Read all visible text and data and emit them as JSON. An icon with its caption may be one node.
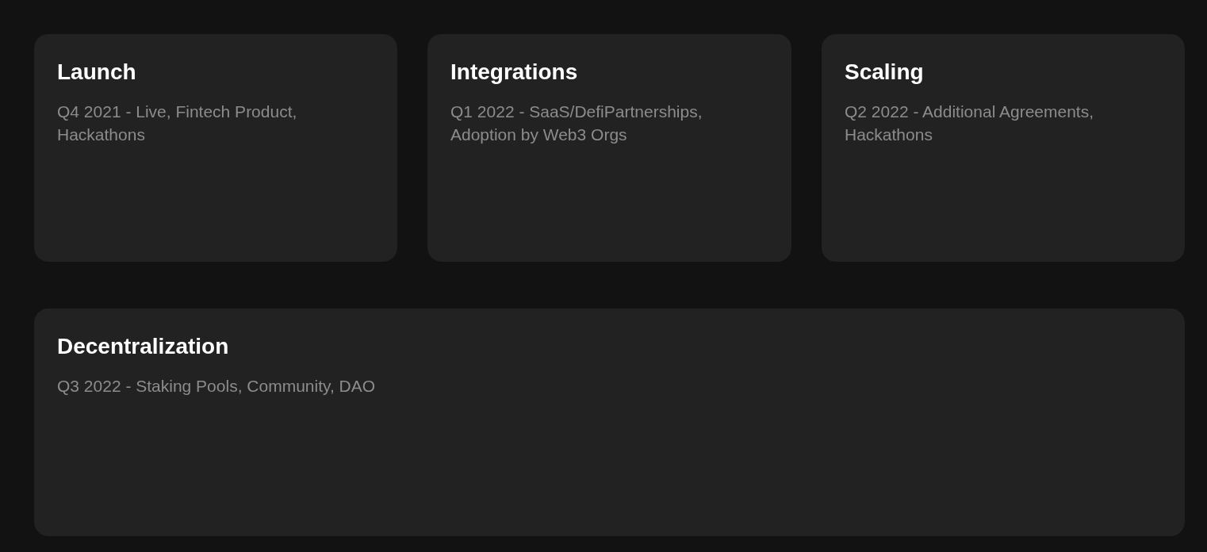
{
  "diagram": {
    "nodes": [
      {
        "text": [
          "Launch",
          "Q4 2021 - Live, Fintech Product, Hackathons"
        ]
      },
      {
        "text": [
          "Integrations",
          "Q1 2022 - SaaS/DefiPartnerships, Adoption by Web3 Orgs"
        ]
      },
      {
        "text": [
          "Scaling",
          "Q2 2022 - Additional Agreements, Hackathons"
        ]
      },
      {
        "text": [
          "Decentralization",
          "Q3 2022 - Staking Pools, Community, DAO"
        ]
      }
    ]
  }
}
